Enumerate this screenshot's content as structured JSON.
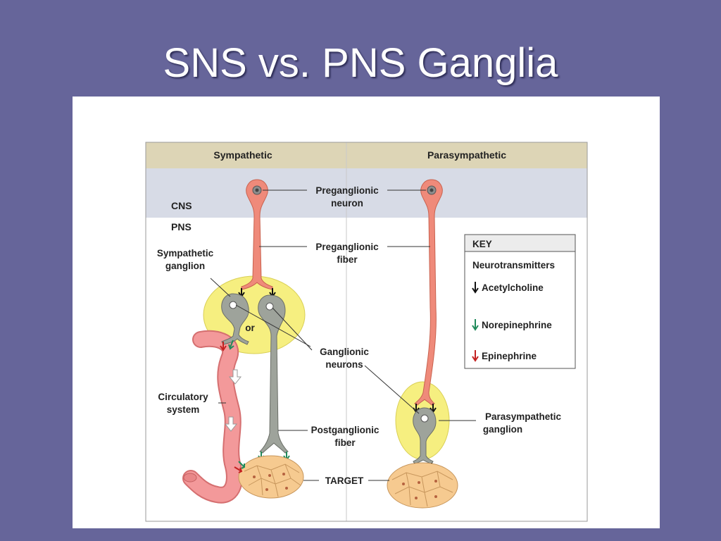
{
  "slide": {
    "title": "SNS vs. PNS Ganglia"
  },
  "diagram": {
    "columns": {
      "sympathetic": "Sympathetic",
      "parasympathetic": "Parasympathetic"
    },
    "regions": {
      "cns": "CNS",
      "pns": "PNS"
    },
    "labels": {
      "preganglionic_neuron_1": "Preganglionic",
      "preganglionic_neuron_2": "neuron",
      "preganglionic_fiber_1": "Preganglionic",
      "preganglionic_fiber_2": "fiber",
      "sympathetic_ganglion_1": "Sympathetic",
      "sympathetic_ganglion_2": "ganglion",
      "or": "or",
      "ganglionic_neurons_1": "Ganglionic",
      "ganglionic_neurons_2": "neurons",
      "circulatory_system_1": "Circulatory",
      "circulatory_system_2": "system",
      "postganglionic_fiber_1": "Postganglionic",
      "postganglionic_fiber_2": "fiber",
      "target": "TARGET",
      "parasympathetic_ganglion_1": "Parasympathetic",
      "parasympathetic_ganglion_2": "ganglion"
    },
    "key": {
      "title": "KEY",
      "subtitle": "Neurotransmitters",
      "items": [
        {
          "label": "Acetylcholine",
          "color": "#111111"
        },
        {
          "label": "Norepinephrine",
          "color": "#1f8a5a"
        },
        {
          "label": "Epinephrine",
          "color": "#c42020"
        }
      ]
    },
    "colors": {
      "header_band": "#ddd5b6",
      "cns_band": "#d7dbe6",
      "neuron": "#ef8a7a",
      "ganglion": "#f6ef80",
      "ganglionic_neuron": "#9ea39b",
      "vessel": "#f3999a",
      "target_tissue": "#f6ca90"
    }
  }
}
